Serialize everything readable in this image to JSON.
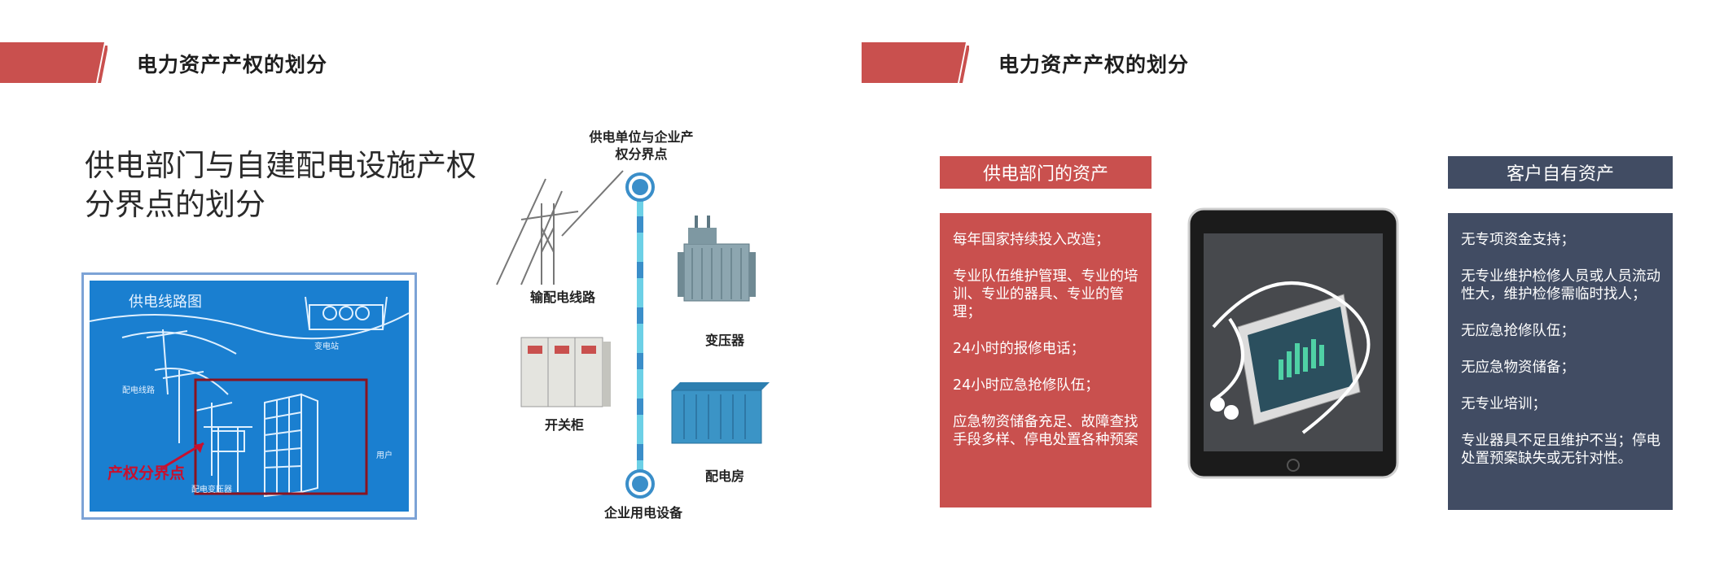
{
  "colors": {
    "accent_red": "#c9504e",
    "slate": "#414c63",
    "blueprint_blue": "#1a7fd0",
    "line_blue": "#4fb6d8"
  },
  "left": {
    "header": {
      "title": "电力资产产权的划分"
    },
    "main_title": "供电部门与自建配电设施产权分界点的划分",
    "blueprint": {
      "title": "供电线路图",
      "labels": {
        "substation": "变电站",
        "line": "配电线路",
        "transformer": "配电变压器",
        "user": "用户",
        "boundary": "产权分界点"
      }
    },
    "diagram": {
      "top_label": "供电单位与企业产权分界点",
      "bottom_label": "企业用电设备",
      "items": {
        "line": "输配电线路",
        "transformer": "变压器",
        "switchgear": "开关柜",
        "room": "配电房"
      }
    }
  },
  "right": {
    "header": {
      "title": "电力资产产权的划分"
    },
    "supply": {
      "title": "供电部门的资产",
      "items": [
        "每年国家持续投入改造；",
        "专业队伍维护管理、专业的培训、专业的器具、专业的管理；",
        "24小时的报修电话；",
        "24小时应急抢修队伍；",
        "应急物资储备充足、故障查找手段多样、停电处置各种预案"
      ]
    },
    "customer": {
      "title": "客户自有资产",
      "items": [
        "无专项资金支持；",
        "无专业维护检修人员或人员流动性大，维护检修需临时找人；",
        "无应急抢修队伍；",
        "无应急物资储备；",
        "无专业培训；",
        "专业器具不足且维护不当；停电处置预案缺失或无针对性。"
      ]
    }
  }
}
